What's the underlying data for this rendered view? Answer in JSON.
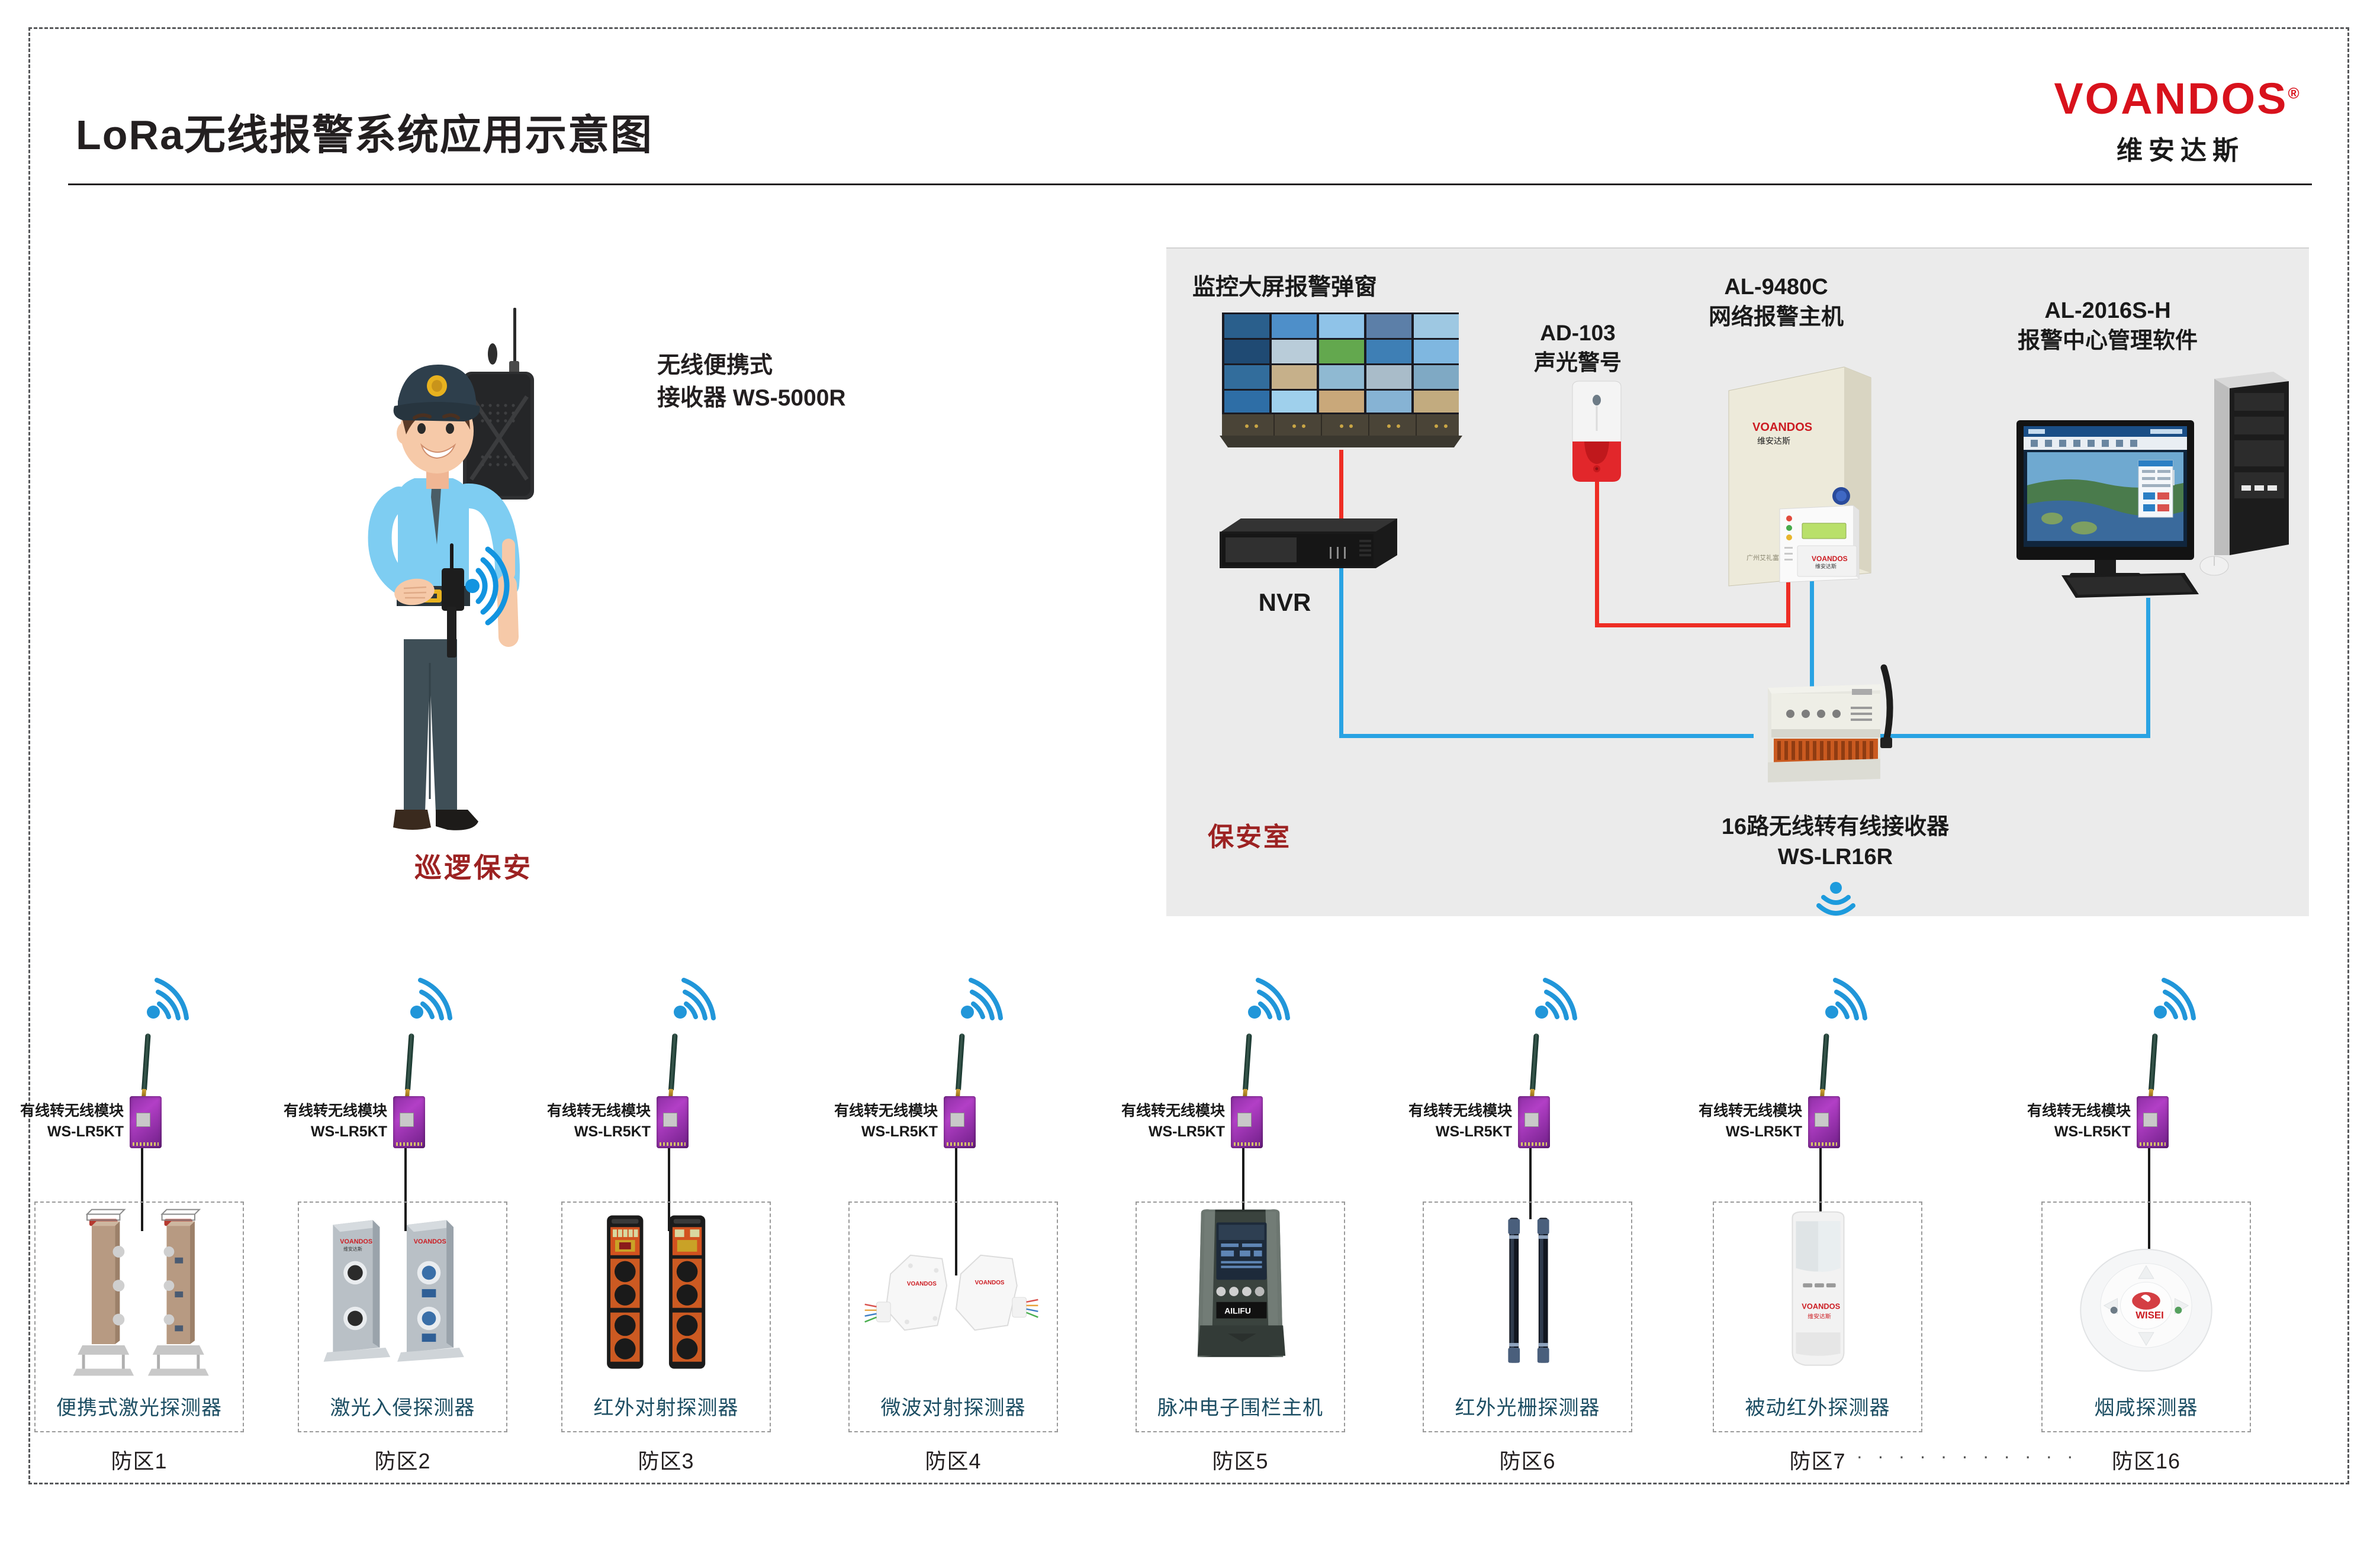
{
  "header": {
    "title": "LoRa无线报警系统应用示意图",
    "brand_en": "VOANDOS",
    "brand_reg": "®",
    "brand_cn": "维安达斯"
  },
  "guard_section": {
    "portable_receiver_label_line1": "无线便携式",
    "portable_receiver_label_line2": "接收器 WS-5000R",
    "guard_caption": "巡逻保安"
  },
  "security_room": {
    "caption": "保安室",
    "devices": [
      {
        "id": "video-wall",
        "label": "监控大屏报警弹窗"
      },
      {
        "id": "nvr",
        "label": "NVR"
      },
      {
        "id": "siren",
        "label_line1": "AD-103",
        "label_line2": "声光警号"
      },
      {
        "id": "alarm-host",
        "label_line1": "AL-9480C",
        "label_line2": "网络报警主机"
      },
      {
        "id": "management-software",
        "label_line1": "AL-2016S-H",
        "label_line2": "报警中心管理软件"
      },
      {
        "id": "wireless-receiver",
        "label_line1": "16路无线转有线接收器",
        "label_line2": "WS-LR16R"
      }
    ]
  },
  "module": {
    "label_line1": "有线转无线模块",
    "label_line2": "WS-LR5KT"
  },
  "zones": [
    {
      "zone": "防区1",
      "name": "便携式激光探测器"
    },
    {
      "zone": "防区2",
      "name": "激光入侵探测器"
    },
    {
      "zone": "防区3",
      "name": "红外对射探测器"
    },
    {
      "zone": "防区4",
      "name": "微波对射探测器"
    },
    {
      "zone": "防区5",
      "name": "脉冲电子围栏主机"
    },
    {
      "zone": "防区6",
      "name": "红外光栅探测器"
    },
    {
      "zone": "防区7",
      "name": "被动红外探测器"
    },
    {
      "zone": "防区16",
      "name": "烟咸探测器"
    }
  ],
  "zone_ellipsis": "· · · · · · · · · · · ·",
  "colors": {
    "brand_red": "#d8121c",
    "caption_red": "#9c2222",
    "zone_label_blue": "#1d4e63",
    "wire_red": "#ee2d24",
    "wire_blue": "#29a3e3",
    "wifi_blue": "#2196d9",
    "room_bg": "#ebebeb"
  }
}
